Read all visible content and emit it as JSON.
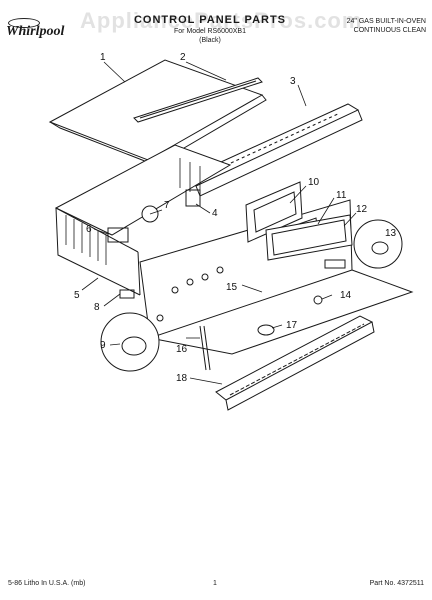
{
  "header": {
    "brand": "Whirlpool",
    "watermark": "AppliancePartsPros.com",
    "title": "CONTROL PANEL PARTS",
    "for_model": "For Model RS6000XB1",
    "color": "(Black)",
    "product_line1": "24\" GAS BUILT-IN-OVEN",
    "product_line2": "CONTINUOUS CLEAN"
  },
  "callouts": [
    "1",
    "2",
    "3",
    "4",
    "5",
    "6",
    "7",
    "8",
    "9",
    "10",
    "11",
    "12",
    "13",
    "14",
    "15",
    "16",
    "17",
    "18"
  ],
  "footer": {
    "left": "5-86 Litho In U.S.A. (mb)",
    "center": "1",
    "right": "Part No. 4372511"
  },
  "colors": {
    "ink": "#1a1a1a",
    "paper": "#ffffff"
  }
}
